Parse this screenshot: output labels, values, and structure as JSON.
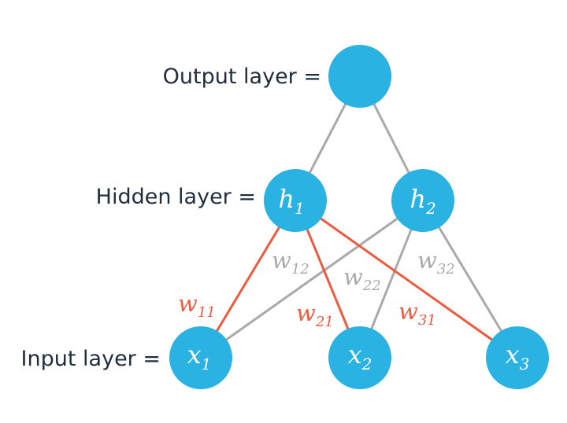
{
  "colors": {
    "node": "#29b2e2",
    "node_text": "#ffffff",
    "label_text": "#1f2d3d",
    "edge_highlight": "#ee5a3e",
    "edge_normal": "#a9a9a9",
    "weight_highlight": "#ee5a3e",
    "weight_normal": "#a9a9a9"
  },
  "labels": {
    "output": "Output layer =",
    "hidden": "Hidden layer =",
    "input": "Input layer ="
  },
  "nodes": {
    "output": {
      "base": "",
      "sub": ""
    },
    "h1": {
      "base": "h",
      "sub": "1"
    },
    "h2": {
      "base": "h",
      "sub": "2"
    },
    "x1": {
      "base": "x",
      "sub": "1"
    },
    "x2": {
      "base": "x",
      "sub": "2"
    },
    "x3": {
      "base": "x",
      "sub": "3"
    }
  },
  "weights": {
    "w11": {
      "base": "w",
      "sub": "11"
    },
    "w12": {
      "base": "w",
      "sub": "12"
    },
    "w21": {
      "base": "w",
      "sub": "21"
    },
    "w22": {
      "base": "w",
      "sub": "22"
    },
    "w31": {
      "base": "w",
      "sub": "31"
    },
    "w32": {
      "base": "w",
      "sub": "32"
    }
  }
}
